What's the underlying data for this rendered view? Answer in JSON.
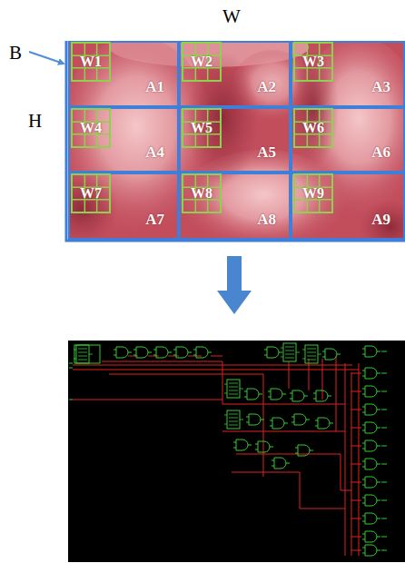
{
  "diagram": {
    "nodes": [
      {
        "text": [
          "A1"
        ]
      },
      {
        "text": [
          "W1"
        ],
        "in": 0
      },
      {
        "text": [
          "A2"
        ]
      },
      {
        "text": [
          "W2"
        ],
        "in": 2
      },
      {
        "text": [
          "A3"
        ]
      },
      {
        "text": [
          "W3"
        ],
        "in": 4
      },
      {
        "text": [
          "A4"
        ]
      },
      {
        "text": [
          "W4"
        ],
        "in": 6
      },
      {
        "text": [
          "A5"
        ]
      },
      {
        "text": [
          "W5"
        ],
        "in": 8
      },
      {
        "text": [
          "A6"
        ]
      },
      {
        "text": [
          "W6"
        ],
        "in": 10
      },
      {
        "text": [
          "A7"
        ]
      },
      {
        "text": [
          "W7"
        ],
        "in": 12
      },
      {
        "text": [
          "A8"
        ]
      },
      {
        "text": [
          "W8"
        ],
        "in": 14
      },
      {
        "text": [
          "A9"
        ]
      },
      {
        "text": [
          "W9"
        ],
        "in": 16
      }
    ],
    "labels": [
      "W",
      "H",
      "B"
    ]
  }
}
